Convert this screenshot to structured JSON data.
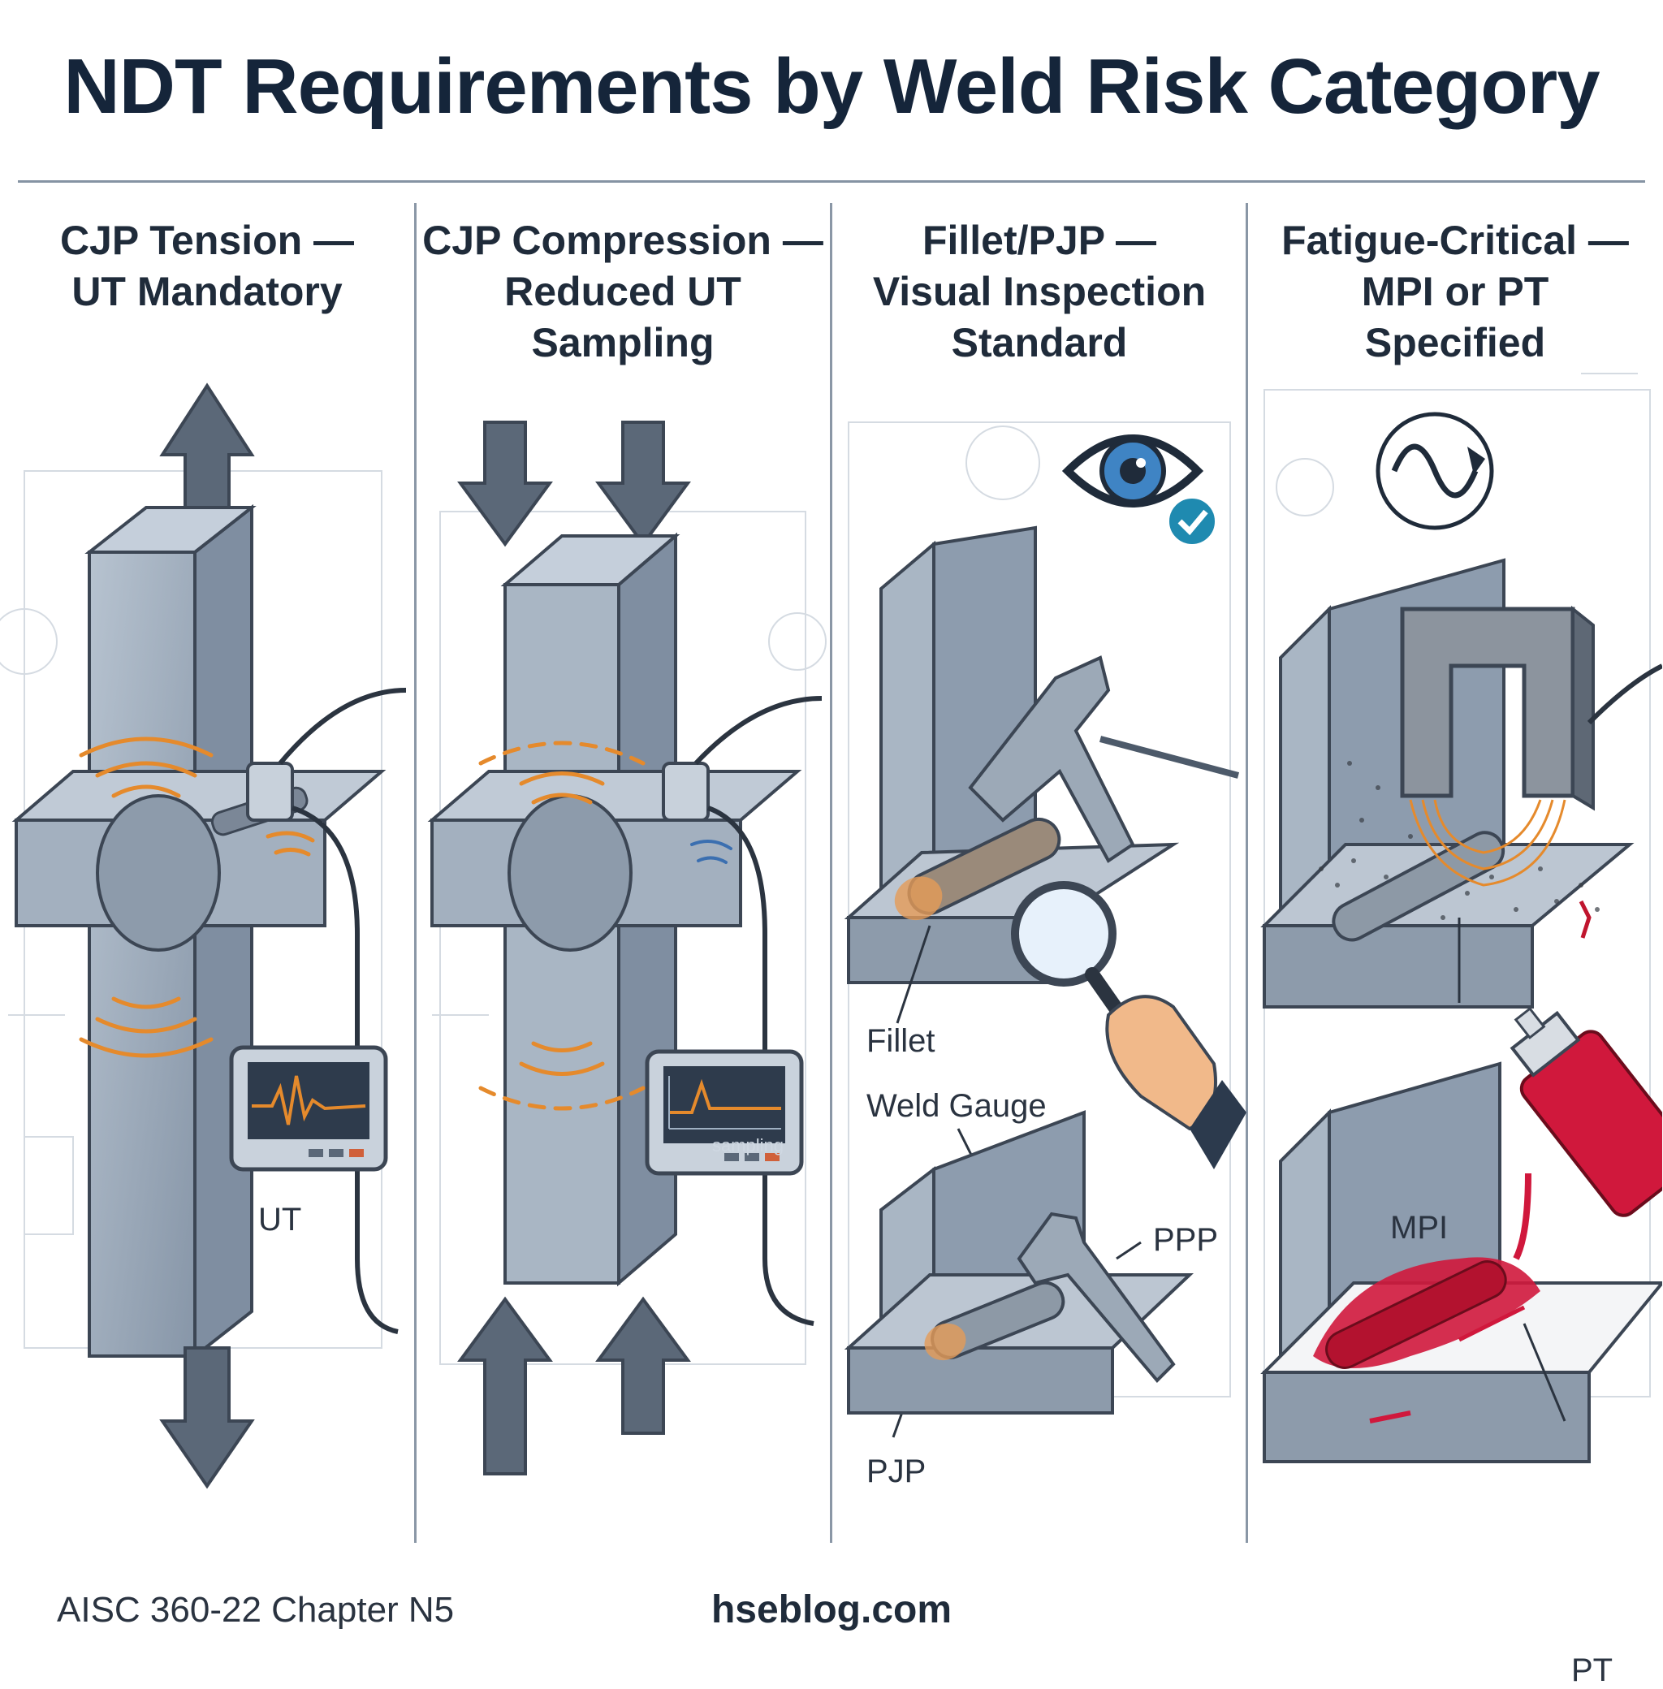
{
  "title": "NDT Requirements by Weld Risk Category",
  "panels": [
    {
      "heading_lines": [
        "CJP Tension —",
        "UT Mandatory"
      ],
      "callouts": {
        "device": "UT"
      }
    },
    {
      "heading_lines": [
        "CJP Compression —",
        "Reduced UT",
        "Sampling"
      ],
      "callouts": {
        "screen": "sampling"
      }
    },
    {
      "heading_lines": [
        "Fillet/PJP —",
        "Visual Inspection",
        "Standard"
      ],
      "callouts": {
        "fillet": "Fillet",
        "gauge": "Weld Gauge",
        "ppp": "PPP",
        "pjp": "PJP"
      }
    },
    {
      "heading_lines": [
        "Fatigue-Critical —",
        "MPI or PT",
        "Specified"
      ],
      "callouts": {
        "mpi": "MPI",
        "pt": "PT"
      }
    }
  ],
  "footer": {
    "reference": "AISC 360-22 Chapter N5",
    "site": "hseblog.com"
  },
  "colors": {
    "steel": "#9aa8b8",
    "steel_dark": "#6f7f92",
    "arrow": "#5b6878",
    "signal": "#e58a2c",
    "check": "#1f8ab0",
    "dye": "#d0183c"
  }
}
